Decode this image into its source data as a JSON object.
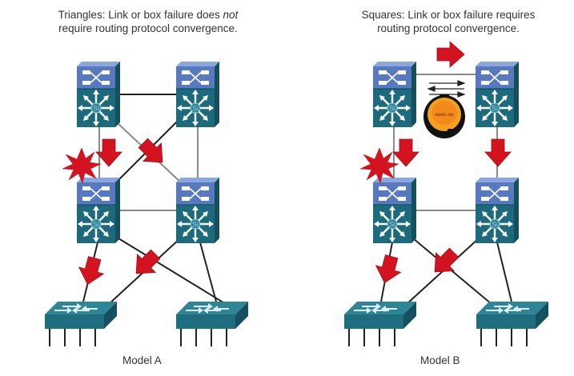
{
  "models": [
    {
      "id": "A",
      "caption_part1": "Triangles: Link or box failure does ",
      "caption_emphasis": "not",
      "caption_line2": "require routing protocol convergence.",
      "label": "Model A",
      "topology": "triangles",
      "failure_indicator": "link-failure-starburst",
      "convergence_timer": false
    },
    {
      "id": "B",
      "caption_line1": "Squares: Link or box failure requires",
      "caption_line2": "routing protocol convergence.",
      "label": "Model B",
      "topology": "squares",
      "failure_indicator": "link-failure-starburst",
      "convergence_timer": true,
      "timer_display": "0000:00"
    }
  ],
  "icons": {
    "core_switch": "layer3-multilayer-switch-icon",
    "access_switch": "workgroup-switch-icon",
    "failure": "explosion-starburst-icon",
    "traffic_arrow": "red-traffic-arrow-icon",
    "timer": "stopwatch-icon"
  },
  "colors": {
    "switch_top": "#5a7fc4",
    "switch_body": "#1e6a7d",
    "arrow_red": "#d0141f",
    "link": "#222222",
    "link_gray": "#8a8a8a",
    "stopwatch": "#f39a1e"
  }
}
